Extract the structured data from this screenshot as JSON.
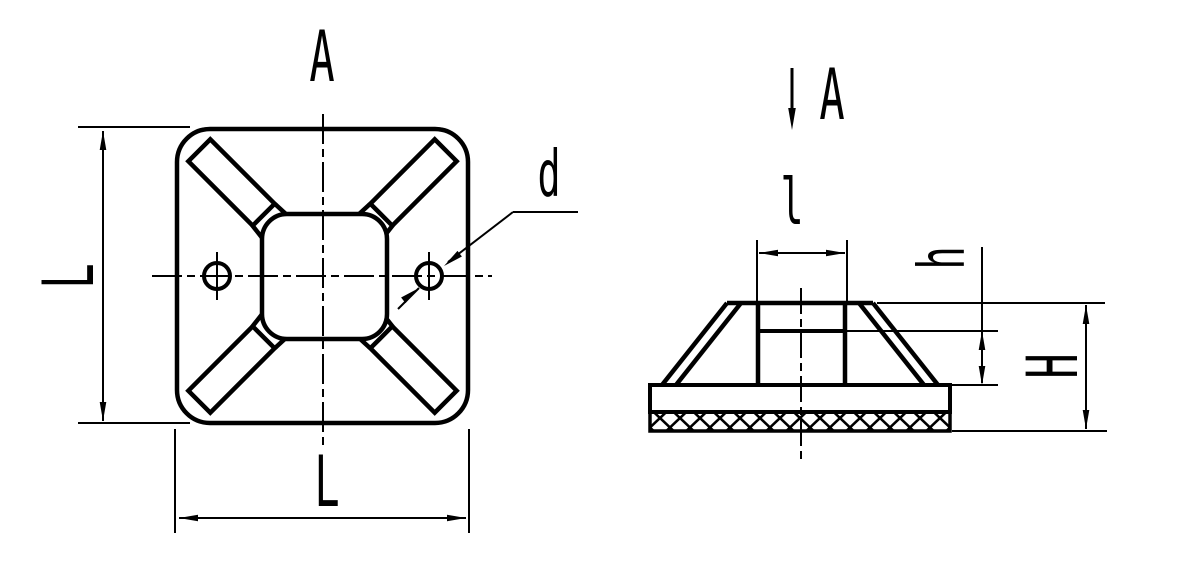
{
  "drawing": {
    "background_color": "#ffffff",
    "line_color": "#000000",
    "top_view": {
      "view_label": "A",
      "side_length_label": "L",
      "bottom_length_label": "L",
      "hole_diameter_label": "d"
    },
    "side_view": {
      "view_direction_label": "A",
      "channel_width_label": "l",
      "flange_height_label": "h",
      "total_height_label": "H"
    }
  }
}
